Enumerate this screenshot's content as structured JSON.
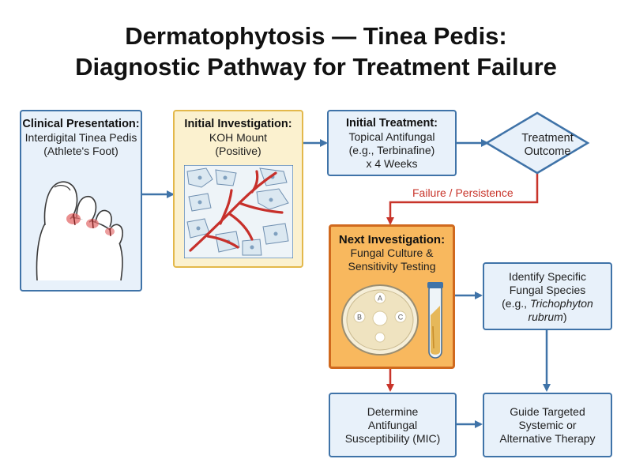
{
  "title": {
    "line1": "Dermatophytosis — Tinea Pedis:",
    "line2": "Diagnostic Pathway for Treatment Failure"
  },
  "nodes": {
    "clinical": {
      "head": "Clinical Presentation:",
      "line1": "Interdigital Tinea Pedis",
      "line2": "(Athlete's Foot)"
    },
    "initial_investigation": {
      "head": "Initial Investigation:",
      "line1": "KOH Mount",
      "line2": "(Positive)"
    },
    "initial_treatment": {
      "head": "Initial Treatment:",
      "line1": "Topical Antifungal",
      "line2": "(e.g., Terbinafine)",
      "line3": "x 4 Weeks"
    },
    "outcome": {
      "line1": "Treatment",
      "line2": "Outcome"
    },
    "next_investigation": {
      "head": "Next Investigation:",
      "line1": "Fungal Culture &",
      "line2": "Sensitivity Testing"
    },
    "identify": {
      "line1": "Identify Specific",
      "line2": "Fungal Species",
      "line3_prefix": "(e.g., ",
      "line3_italic": "Trichophyton",
      "line4_italic": "rubrum",
      "line4_suffix": ")"
    },
    "mic": {
      "line1": "Determine",
      "line2": "Antifungal",
      "line3": "Susceptibility (MIC)"
    },
    "therapy": {
      "line1": "Guide Targeted",
      "line2": "Systemic or",
      "line3": "Alternative Therapy"
    }
  },
  "edges": {
    "failure_label": "Failure / Persistence"
  },
  "petri_labels": [
    "A",
    "B",
    "C"
  ],
  "colors": {
    "node_border": "#3f73a8",
    "node_fill": "#e8f1fa",
    "highlight_fill": "#fbf1cf",
    "focus_fill": "#f8b85e",
    "failure_arrow": "#c8342a",
    "flow_arrow": "#3f73a8"
  }
}
